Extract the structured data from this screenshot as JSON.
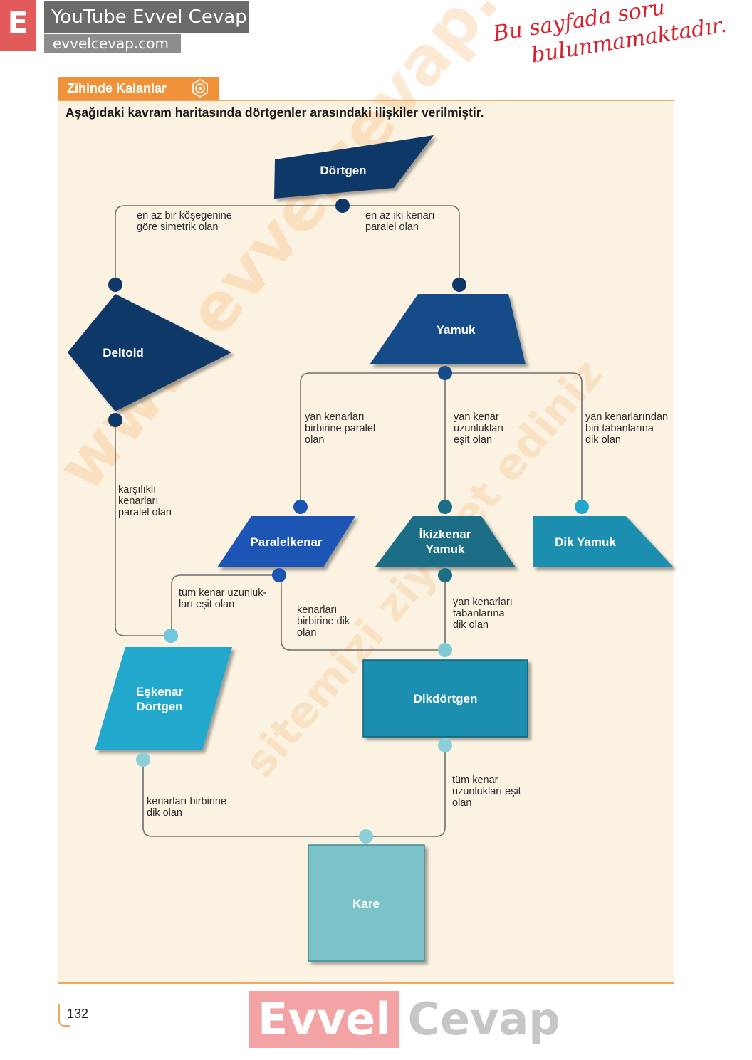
{
  "header": {
    "logo_letter": "E",
    "channel_title": "YouTube Evvel Cevap",
    "site_url": "evvelcevap.com",
    "handwritten_note": [
      "Bu sayfada soru",
      "bulunmamaktadır."
    ]
  },
  "section": {
    "tag": "Zihinde Kalanlar",
    "intro": "Aşağıdaki kavram haritasında dörtgenler arasındaki ilişkiler verilmiştir."
  },
  "nodes": {
    "dortgen": "Dörtgen",
    "deltoid": "Deltoid",
    "yamuk": "Yamuk",
    "paralelkenar": "Paralelkenar",
    "ikizkenar_yamuk": "İkizkenar\nYamuk",
    "dik_yamuk": "Dik Yamuk",
    "eskenar_dortgen": "Eşkenar\nDörtgen",
    "dikdortgen": "Dikdörtgen",
    "kare": "Kare"
  },
  "edges": {
    "e1": "en az bir köşegenine\ngöre simetrik olan",
    "e2": "en az iki kenarı\nparalel olan",
    "e3": "yan kenarları\nbirbirine paralel\nolan",
    "e4": "yan kenar\nuzunlukları\neşit olan",
    "e5": "yan kenarlarından\nbiri tabanlarına\ndik olan",
    "e6": "karşılıklı\nkenarları\nparalel olan",
    "e7": "tüm kenar uzunluk-\nları eşit olan",
    "e8": "kenarları\nbirbirine dik\nolan",
    "e9": "yan kenarları\ntabanlarına\ndik olan",
    "e10": "tüm kenar\nuzunlukları eşit\nolan",
    "e11": "kenarları birbirine\ndik olan"
  },
  "watermark": {
    "main": "www.evvelcevap.com",
    "secondary": "sitemizi ziyaret ediniz"
  },
  "footer": {
    "page_number": "132",
    "brand_left": "Evvel",
    "brand_right": "Cevap"
  },
  "colors": {
    "dark_navy": "#0d3868",
    "navy": "#164b8a",
    "blue": "#1a55b3",
    "teal_dark": "#1b6e86",
    "teal": "#1a8fb0",
    "cyan": "#22a8cc",
    "light_teal": "#7cc3c9",
    "accent": "#f0923a"
  }
}
